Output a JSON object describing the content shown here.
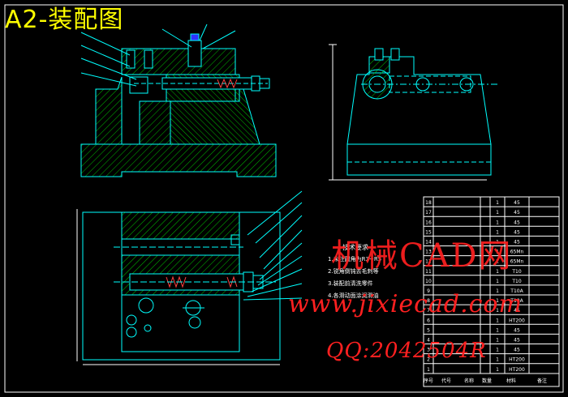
{
  "title": "A2-装配图",
  "watermark": {
    "site_cn": "机械CAD网",
    "url": "www.jixiecad.com",
    "qq": "QQ:2042504R"
  },
  "colors": {
    "background": "#000000",
    "drawing_lines": "#00ffff",
    "hatch": "#00c000",
    "title_yellow": "#ffff00",
    "watermark_red": "#ff2020",
    "table_text": "#ffffff"
  },
  "notes": {
    "heading": "技术要求",
    "lines": [
      "1.未注圆角为R3~R5",
      "2.锐角倒钝去毛刺等",
      "3.装配前清洗零件",
      "4.各滑动面涂润滑油"
    ]
  },
  "bom_rows": [
    [
      "18",
      "",
      "",
      "1",
      "45"
    ],
    [
      "17",
      "",
      "",
      "1",
      "45"
    ],
    [
      "16",
      "",
      "",
      "1",
      "45"
    ],
    [
      "15",
      "",
      "",
      "1",
      "45"
    ],
    [
      "14",
      "",
      "",
      "1",
      "45"
    ],
    [
      "13",
      "",
      "",
      "1",
      "65Mn"
    ],
    [
      "12",
      "",
      "",
      "1",
      "65Mn"
    ],
    [
      "11",
      "",
      "",
      "1",
      "T10"
    ],
    [
      "10",
      "",
      "",
      "1",
      "T10"
    ],
    [
      "9",
      "",
      "",
      "1",
      "T10A"
    ],
    [
      "8",
      "",
      "",
      "1",
      "T10A"
    ],
    [
      "7",
      "",
      "",
      "1",
      "45"
    ],
    [
      "6",
      "",
      "",
      "1",
      "HT200"
    ],
    [
      "5",
      "",
      "",
      "1",
      "45"
    ],
    [
      "4",
      "",
      "",
      "1",
      "45"
    ],
    [
      "3",
      "",
      "",
      "1",
      "45"
    ],
    [
      "2",
      "",
      "",
      "1",
      "HT200"
    ],
    [
      "1",
      "",
      "",
      "1",
      "HT200"
    ]
  ],
  "bom_footer": [
    "序号",
    "代号",
    "名称",
    "数量",
    "材料",
    "备注"
  ]
}
